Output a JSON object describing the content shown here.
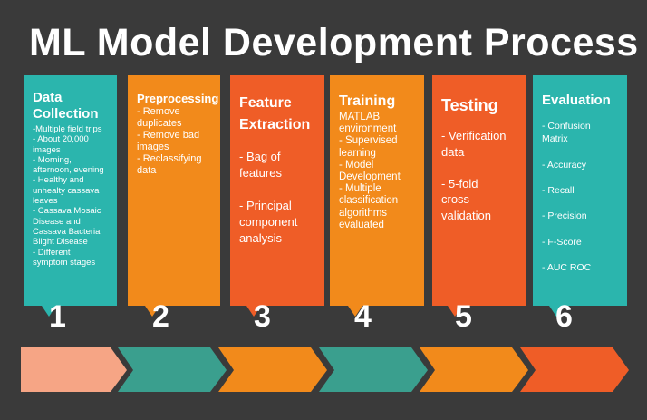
{
  "title": "ML Model Development Process",
  "colors": {
    "background": "#3a3a3a",
    "teal": "#2bb5ad",
    "orange": "#f28a1b",
    "red_orange": "#ef5d27",
    "peach": "#f6a585",
    "arrow_teal": "#3a9f8e"
  },
  "steps": [
    {
      "number": "1",
      "heading": "Data\nCollection",
      "body": "-Multiple field trips\n- About 20,000\nimages\n- Morning,\nafternoon, evening\n- Healthy and\nunhealty cassava\nleaves\n- Cassava Mosaic\nDisease and\nCassava Bacterial\nBlight Disease\n- Different\nsymptom stages"
    },
    {
      "number": "2",
      "heading": "Preprocessing",
      "body": "- Remove\nduplicates\n- Remove bad\nimages\n- Reclassifying\ndata"
    },
    {
      "number": "3",
      "heading": "Feature\nExtraction",
      "body": "- Bag of\nfeatures\n\n- Principal\ncomponent\nanalysis"
    },
    {
      "number": "4",
      "heading": "Training",
      "body": "MATLAB\nenvironment\n- Supervised\nlearning\n- Model\nDevelopment\n- Multiple\nclassification\nalgorithms\nevaluated"
    },
    {
      "number": "5",
      "heading": "Testing",
      "body": "- Verification\ndata\n\n- 5-fold\ncross\nvalidation"
    },
    {
      "number": "6",
      "heading": "Evaluation",
      "body": "- Confusion\nMatrix\n\n- Accuracy\n\n- Recall\n\n- Precision\n\n- F-Score\n\n- AUC ROC"
    }
  ]
}
